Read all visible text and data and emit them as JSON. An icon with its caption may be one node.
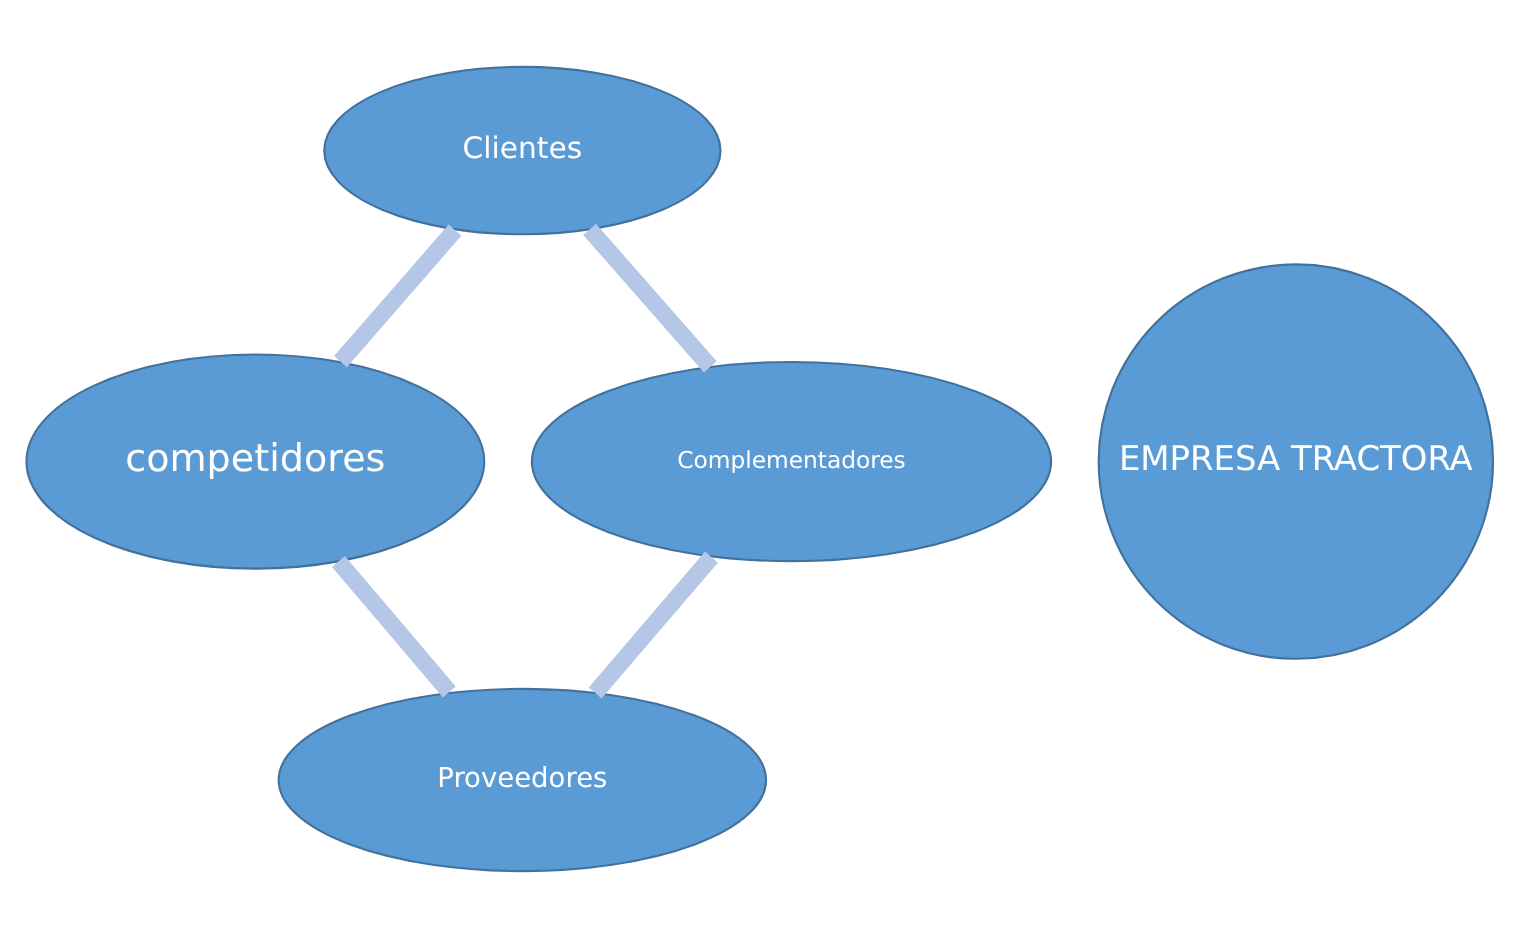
{
  "diagram": {
    "nodes": [
      {
        "text": [
          "Clientes"
        ]
      },
      {
        "text": [
          "Complementadores"
        ]
      },
      {
        "text": [
          "EMPRESA TRACTORA"
        ]
      },
      {
        "text": [
          "competidores"
        ]
      },
      {
        "text": [
          "Proveedores"
        ]
      }
    ],
    "edges": [
      {
        "from": 0,
        "to": 3,
        "arrow": "none"
      },
      {
        "from": 3,
        "to": 4,
        "arrow": "none"
      },
      {
        "from": 4,
        "to": 1,
        "arrow": "none"
      },
      {
        "from": 1,
        "to": 0,
        "arrow": "none"
      }
    ]
  }
}
